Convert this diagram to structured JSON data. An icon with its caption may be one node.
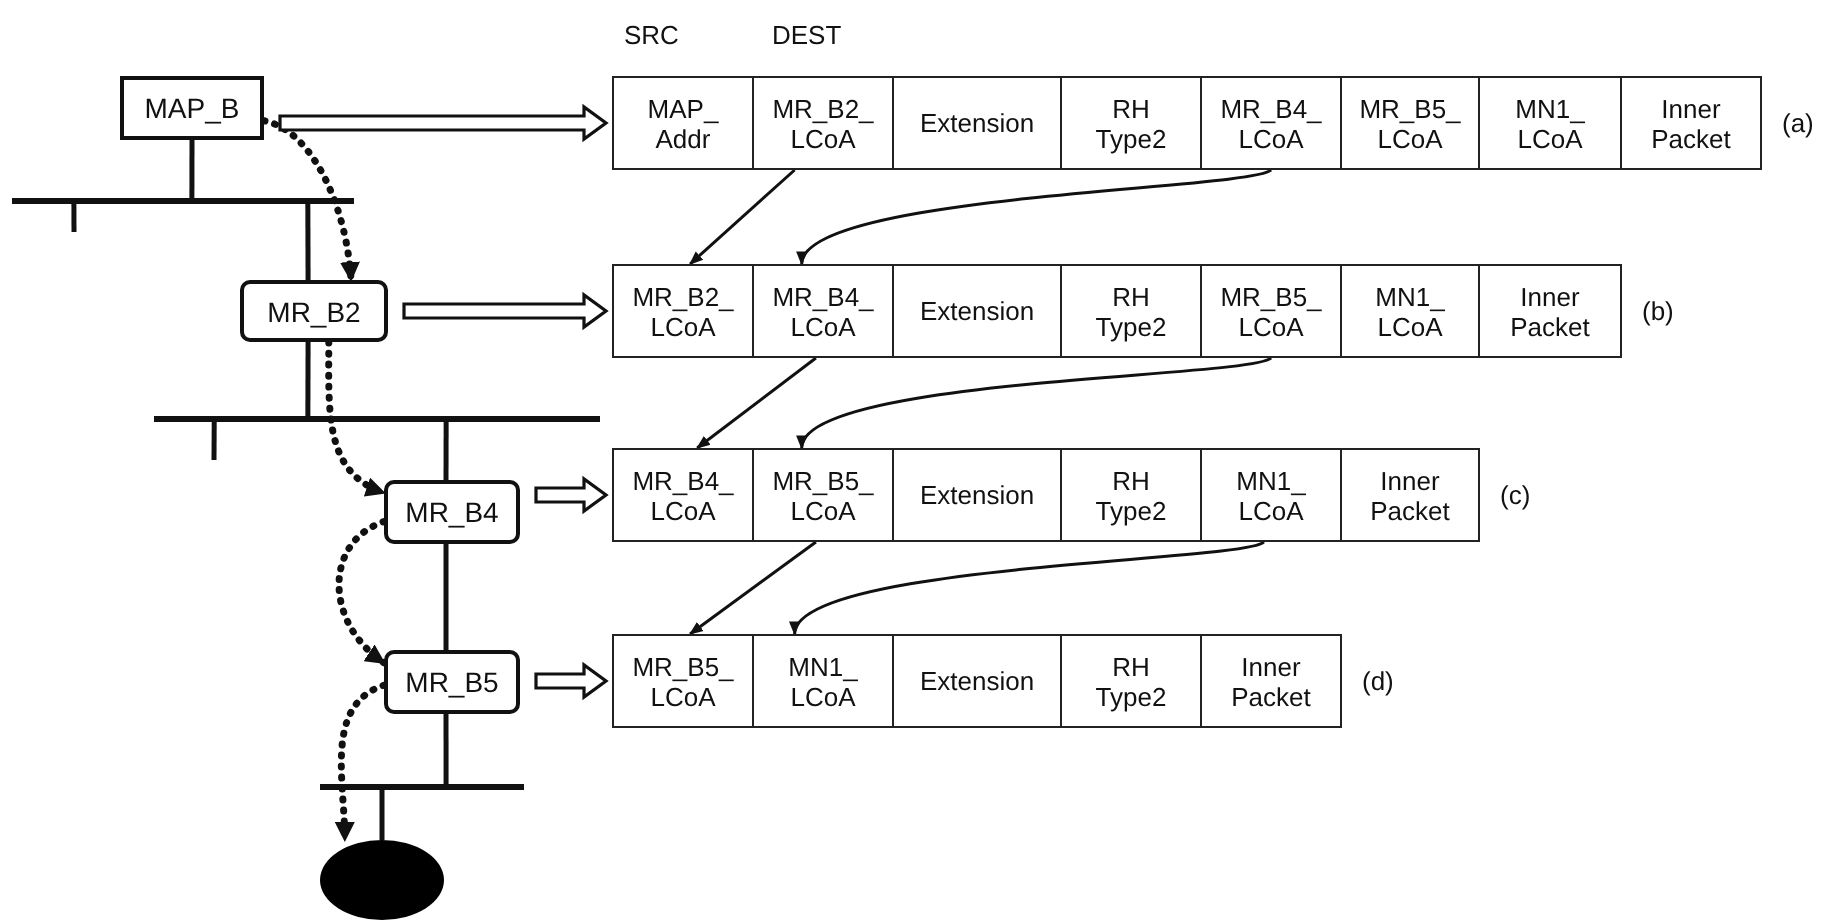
{
  "diagram": {
    "nodes": [
      {
        "text": [
          "MAP_B"
        ]
      },
      {
        "text": [
          "MAP_ Addr"
        ]
      },
      {
        "text": [
          "MR_B2_ LCoA"
        ]
      },
      {
        "text": [
          "Extension"
        ]
      },
      {
        "text": [
          "RH Type2"
        ]
      },
      {
        "text": [
          "MR_B4_ LCoA"
        ]
      },
      {
        "text": [
          "MR_B5_ LCoA"
        ]
      },
      {
        "text": [
          "MN1_ LCoA"
        ]
      },
      {
        "text": [
          "Inner Packet"
        ],
        "beside": [
          "(a)"
        ]
      },
      {
        "text": [
          "MR_B2"
        ]
      },
      {
        "text": [
          "MR_B2_ LCoA"
        ]
      },
      {
        "text": [
          "MR_B4_ LCoA"
        ]
      },
      {
        "text": [
          "Extension"
        ]
      },
      {
        "text": [
          "RH Type2"
        ]
      },
      {
        "text": [
          "MR_B5_ LCoA"
        ]
      },
      {
        "text": [
          "MN1_ LCoA"
        ]
      },
      {
        "text": [
          "Inner Packet"
        ],
        "beside": [
          "(b)"
        ]
      },
      {
        "text": [
          "MR_B4"
        ]
      },
      {
        "text": [
          "MR_B4_ LCoA"
        ]
      },
      {
        "text": [
          "MR_B5_ LCoA"
        ]
      },
      {
        "text": [
          "Extension"
        ]
      },
      {
        "text": [
          "RH Type2"
        ]
      },
      {
        "text": [
          "MN1_ LCoA"
        ]
      },
      {
        "text": [
          "Inner Packet"
        ],
        "beside": [
          "(c)"
        ]
      },
      {
        "text": [
          "MR_B5"
        ]
      },
      {
        "text": [
          "MR_B5_ LCoA"
        ]
      },
      {
        "text": [
          "MN1_ LCoA"
        ]
      },
      {
        "text": [
          "Extension"
        ]
      },
      {
        "text": [
          "RH Type2"
        ]
      },
      {
        "text": [
          "Inner Packet"
        ],
        "beside": [
          "(d)"
        ]
      },
      {
        "text": [],
        "shape": "ellipse"
      },
      {
        "text": [],
        "shape": "bar"
      },
      {
        "text": [],
        "shape": "bar"
      },
      {
        "text": [],
        "shape": "bar"
      }
    ],
    "edges": [
      {
        "from": 0,
        "to": 9,
        "arrow": "to",
        "style": "dashed"
      },
      {
        "from": 0,
        "to": 1,
        "arrow": "to",
        "style": "thick"
      },
      {
        "from": 9,
        "to": 17,
        "arrow": "to",
        "style": "dashed"
      },
      {
        "from": 9,
        "to": 10,
        "arrow": "to",
        "style": "thick"
      },
      {
        "from": 17,
        "to": 24,
        "arrow": "to",
        "style": "dashed"
      },
      {
        "from": 17,
        "to": 18,
        "arrow": "to",
        "style": "thick"
      },
      {
        "from": 24,
        "to": 30,
        "arrow": "to",
        "style": "dashed"
      },
      {
        "from": 24,
        "to": 25,
        "arrow": "to",
        "style": "thick"
      },
      {
        "from": 2,
        "to": 10,
        "arrow": "to"
      },
      {
        "from": 5,
        "to": 11,
        "arrow": "to"
      },
      {
        "from": 11,
        "to": 18,
        "arrow": "to"
      },
      {
        "from": 14,
        "to": 19,
        "arrow": "to"
      },
      {
        "from": 19,
        "to": 25,
        "arrow": "to"
      },
      {
        "from": 22,
        "to": 26,
        "arrow": "to"
      },
      {
        "from": 0,
        "to": 31,
        "arrow": "none"
      },
      {
        "from": 31,
        "to": 9,
        "arrow": "none"
      },
      {
        "from": 31,
        "to": null,
        "arrow": "none"
      },
      {
        "from": 9,
        "to": 32,
        "arrow": "none"
      },
      {
        "from": 32,
        "to": 17,
        "arrow": "none"
      },
      {
        "from": 32,
        "to": null,
        "arrow": "none"
      },
      {
        "from": 17,
        "to": 24,
        "arrow": "none"
      },
      {
        "from": 24,
        "to": 33,
        "arrow": "none"
      },
      {
        "from": 33,
        "to": 30,
        "arrow": "none"
      }
    ],
    "labels": [
      "SRC",
      "DEST"
    ]
  }
}
